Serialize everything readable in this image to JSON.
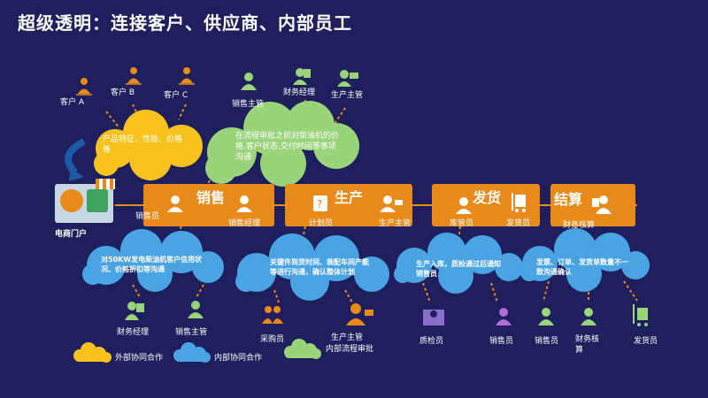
{
  "title": "超级透明：连接客户、供应商、内部员工",
  "customers": {
    "a": "客户 A",
    "b": "客户 B",
    "c": "客户 C"
  },
  "top_roles": {
    "finance": "财务经理",
    "sales_mgr": "销售主管",
    "prod_mgr": "生产主管"
  },
  "cloud_yellow_text": "产品特征、性能、价格等",
  "cloud_green_text": "在流程审批之前对柴油机的价格,客户状态,交付时间等事项沟通",
  "portal": "电商门户",
  "stages": [
    {
      "title": "销售",
      "roles": [
        "销售员",
        "销售经理"
      ]
    },
    {
      "title": "生产",
      "roles": [
        "计划员",
        "生产主管"
      ]
    },
    {
      "title": "发货",
      "roles": [
        "库管员",
        "发货员"
      ]
    },
    {
      "title": "结算",
      "roles": [
        "财务核算"
      ]
    }
  ],
  "bottom_clouds": [
    "对50KW发电柴油机客户信用状况、价格折扣等沟通",
    "关键件到货时间、装配车间产能等进行沟通，确认整体计划",
    "生产入库，质检通过后通知销售员",
    "发票、订单、发货单数量不一致沟通确认"
  ],
  "bottom_roles": {
    "g1": [
      "财务经理",
      "销售主管"
    ],
    "g2": [
      "采购员",
      "生产主管"
    ],
    "g2_note": "内部流程审批",
    "g3": [
      "质检员",
      "销售员"
    ],
    "g4": [
      "销售员",
      "财务核算",
      "发货员"
    ]
  },
  "legend": {
    "external": "外部协同合作",
    "internal": "内部协同合作"
  },
  "colors": {
    "bg": "#1e1f5c",
    "orange": "#e88a1a",
    "yellow": "#f7c21b",
    "green": "#9ad47a",
    "blue": "#4aa3e3"
  }
}
